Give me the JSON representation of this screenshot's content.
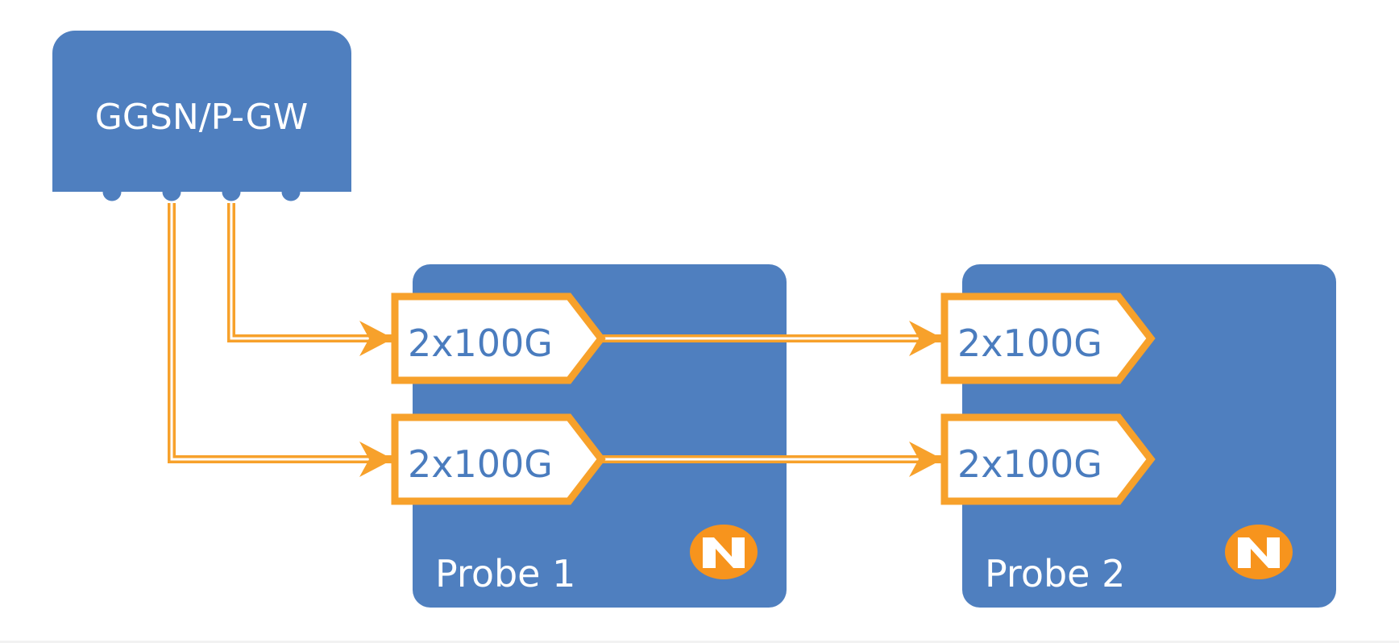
{
  "colors": {
    "box_blue": "#4f7fbf",
    "port_outline": "#f7a12b",
    "port_fill": "#ffffff",
    "port_text": "#4a7cbe",
    "link": "#f7a12b",
    "logo_orange": "#f7941d",
    "logo_letter": "#ffffff"
  },
  "gateway": {
    "label": "GGSN/P-GW",
    "connector_count": 4
  },
  "probes": [
    {
      "label": "Probe 1",
      "ports": [
        "2x100G",
        "2x100G"
      ],
      "logo_icon": "n-logo-icon"
    },
    {
      "label": "Probe 2",
      "ports": [
        "2x100G",
        "2x100G"
      ],
      "logo_icon": "n-logo-icon"
    }
  ],
  "links": [
    {
      "from": "GGSN/P-GW connector 3",
      "to": "Probe 1 port 1"
    },
    {
      "from": "GGSN/P-GW connector 2",
      "to": "Probe 1 port 2"
    },
    {
      "from": "Probe 1 port 1",
      "to": "Probe 2 port 1"
    },
    {
      "from": "Probe 1 port 2",
      "to": "Probe 2 port 2"
    }
  ]
}
